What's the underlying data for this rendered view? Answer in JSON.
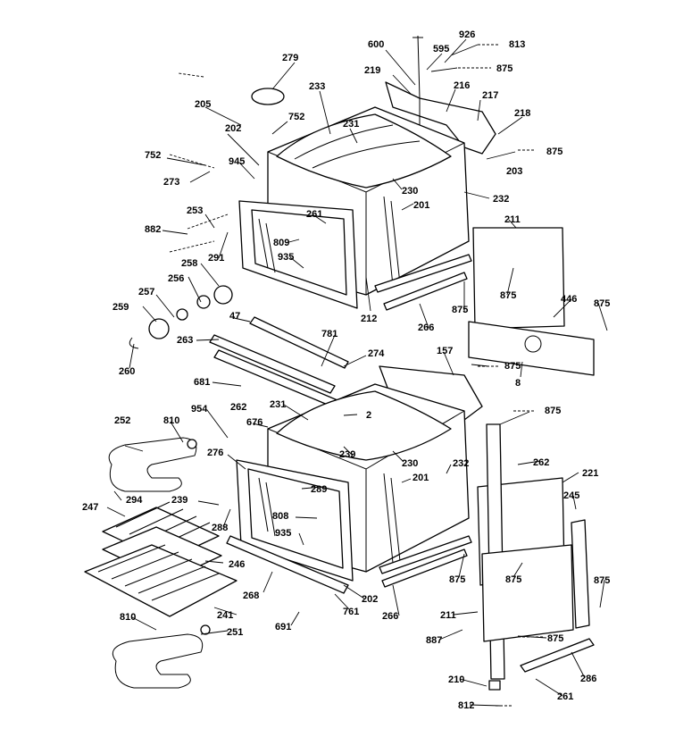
{
  "callouts": [
    "600",
    "926",
    "813",
    "595",
    "875",
    "279",
    "219",
    "216",
    "217",
    "205",
    "233",
    "752",
    "218",
    "231",
    "202",
    "875",
    "752",
    "945",
    "203",
    "273",
    "230",
    "232",
    "201",
    "261",
    "211",
    "253",
    "882",
    "291",
    "809",
    "935",
    "258",
    "875",
    "256",
    "257",
    "446",
    "875",
    "212",
    "266",
    "875",
    "259",
    "47",
    "781",
    "263",
    "274",
    "157",
    "875",
    "260",
    "681",
    "8",
    "2",
    "954",
    "231",
    "262",
    "875",
    "676",
    "252",
    "810",
    "230",
    "239",
    "232",
    "262",
    "221",
    "276",
    "201",
    "289",
    "294",
    "239",
    "247",
    "288",
    "808",
    "245",
    "935",
    "246",
    "875",
    "875",
    "875",
    "268",
    "202",
    "241",
    "761",
    "266",
    "211",
    "691",
    "810",
    "251",
    "887",
    "875",
    "286",
    "210",
    "261",
    "812"
  ],
  "colors": {
    "line": "#000000",
    "background": "#ffffff"
  }
}
